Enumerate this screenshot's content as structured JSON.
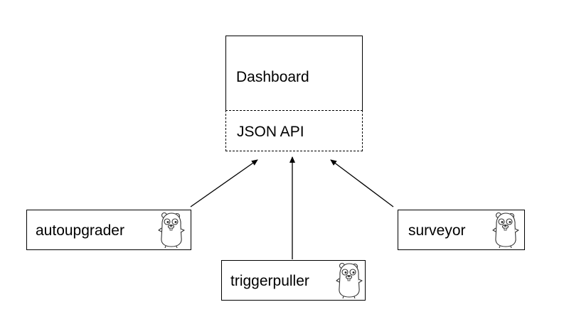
{
  "dashboard": {
    "title": "Dashboard",
    "api_label": "JSON API"
  },
  "clients": {
    "autoupgrader": "autoupgrader",
    "triggerpuller": "triggerpuller",
    "surveyor": "surveyor"
  },
  "icons": {
    "client_icon": "gopher-mascot-icon",
    "connector": "arrow-up-icon"
  },
  "colors": {
    "stroke": "#000000",
    "background": "#ffffff"
  }
}
